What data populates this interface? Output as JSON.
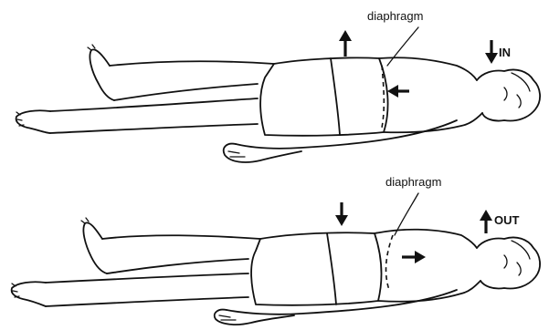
{
  "top_figure": {
    "diaphragm_label": "diaphragm",
    "breath_label": "IN",
    "breath_direction": "down",
    "belly_arrow_direction": "up",
    "diaphragm_arrow_direction": "left"
  },
  "bottom_figure": {
    "diaphragm_label": "diaphragm",
    "breath_label": "OUT",
    "breath_direction": "up",
    "belly_arrow_direction": "down",
    "diaphragm_arrow_direction": "right"
  },
  "colors": {
    "ink": "#111111",
    "background": "#ffffff"
  }
}
